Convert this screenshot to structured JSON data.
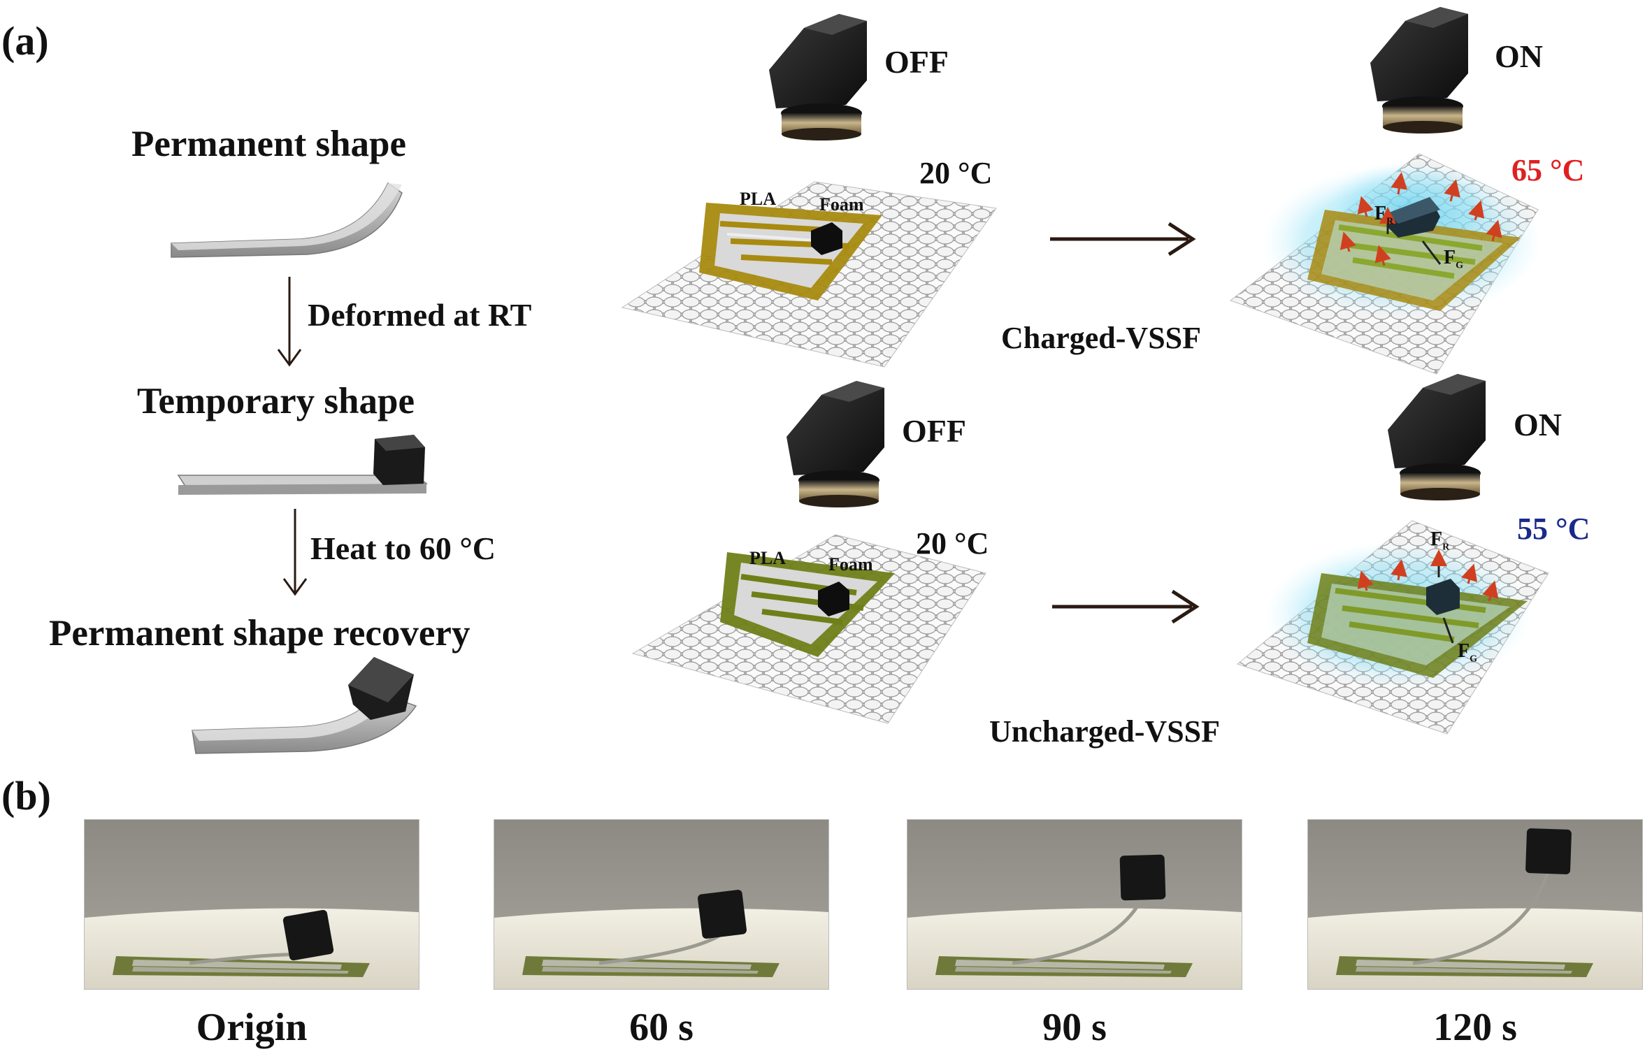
{
  "panel_a": {
    "label": "(a)",
    "shape_memory": {
      "step1": "Permanent shape",
      "arrow1": "Deformed at RT",
      "step2": "Temporary shape",
      "arrow2": "Heat to 60 °C",
      "step3": "Permanent shape recovery"
    },
    "charged": {
      "lamp_off": "OFF",
      "lamp_on": "ON",
      "temp_before": "20 °C",
      "temp_after": "65 °C",
      "temp_after_color": "#e02020",
      "pla_label": "PLA",
      "foam_label": "Foam",
      "fr_label": "F",
      "fr_sub": "R",
      "fg_label": "F",
      "fg_sub": "G",
      "caption": "Charged-VSSF",
      "pattern_color": "#a88a10"
    },
    "uncharged": {
      "lamp_off": "OFF",
      "lamp_on": "ON",
      "temp_before": "20 °C",
      "temp_after": "55 °C",
      "temp_after_color": "#1a2a8a",
      "pla_label": "PLA",
      "foam_label": "Foam",
      "fr_label": "F",
      "fr_sub": "R",
      "fg_label": "F",
      "fg_sub": "G",
      "caption": "Uncharged-VSSF",
      "pattern_color": "#6f7f18"
    }
  },
  "panel_b": {
    "label": "(b)",
    "frames": [
      "Origin",
      "60 s",
      "90 s",
      "120 s"
    ],
    "lift_fraction": [
      0.0,
      0.2,
      0.55,
      0.8
    ]
  }
}
